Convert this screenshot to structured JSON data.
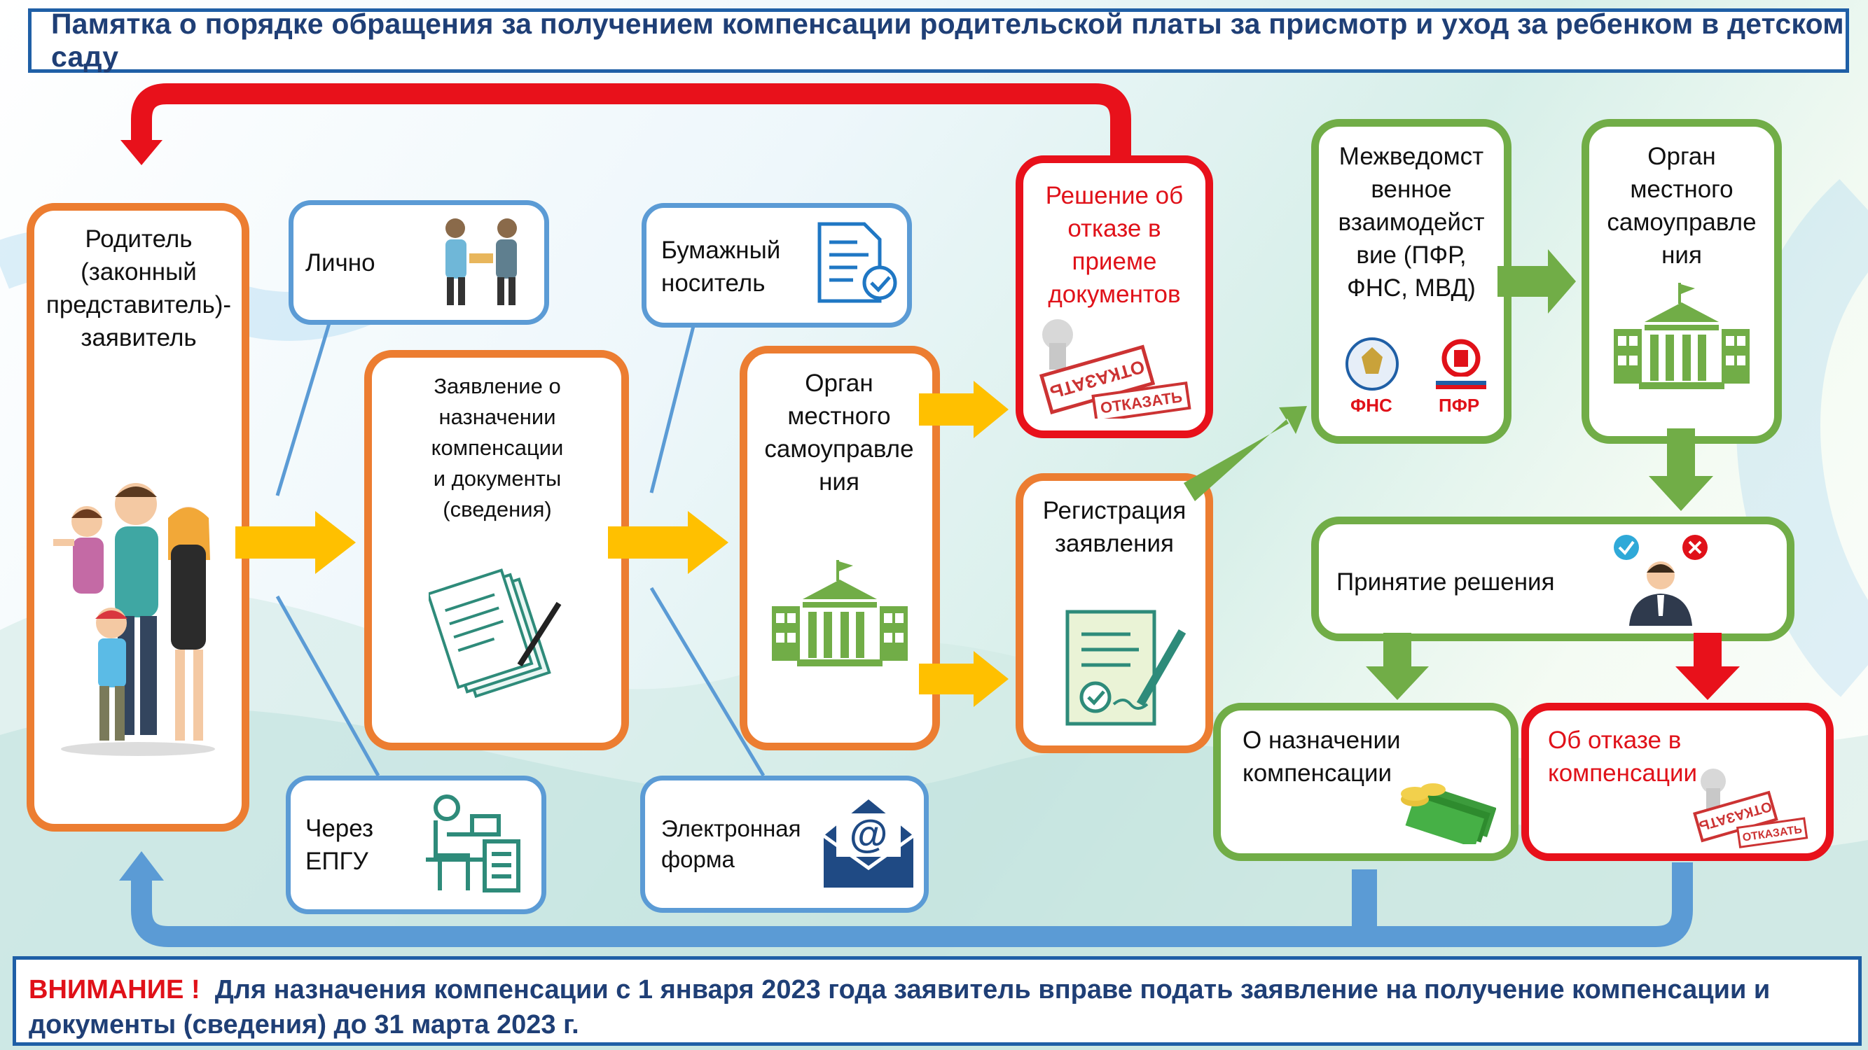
{
  "title": "Памятка о порядке обращения за получением компенсации родительской платы за присмотр и уход за ребенком в детском саду",
  "parent": {
    "lines": [
      "Родитель",
      "(законный",
      "представитель)-",
      "заявитель"
    ]
  },
  "channels": {
    "in_person": "Лично",
    "epgu": [
      "Через",
      "ЕПГУ"
    ],
    "paper": [
      "Бумажный",
      "носитель"
    ],
    "electronic": [
      "Электронная",
      "форма"
    ]
  },
  "application": {
    "lines": [
      "Заявление о",
      "назначении",
      "компенсации",
      "и документы",
      "(сведения)"
    ]
  },
  "authority": {
    "lines": [
      "Орган",
      "местного",
      "самоуправле",
      "ния"
    ]
  },
  "refusal_docs": {
    "lines": [
      "Решение об",
      "отказе в",
      "приеме",
      "документов"
    ]
  },
  "stamp_text": "ОТКАЗАТЬ",
  "registration": {
    "lines": [
      "Регистрация",
      "заявления"
    ]
  },
  "interagency": {
    "lines": [
      "Межведомст",
      "венное",
      "взаимодейст",
      "вие (ПФР,",
      "ФНС, МВД)"
    ],
    "logo_fns": "ФНС",
    "logo_pfr": "ПФР"
  },
  "authority2": {
    "lines": [
      "Орган",
      "местного",
      "самоуправле",
      "ния"
    ]
  },
  "decision": "Принятие решения",
  "grant": {
    "lines": [
      "О назначении",
      "компенсации"
    ]
  },
  "deny": {
    "lines": [
      "Об отказе в",
      "компенсации"
    ]
  },
  "warning": {
    "attention": "ВНИМАНИЕ !",
    "text": "Для назначения компенсации с 1 января 2023 года заявитель вправе подать заявление на получение компенсации и документы (сведения) до 31 марта 2023 г."
  },
  "colors": {
    "orange": "#ec7d31",
    "red": "#e8111b",
    "green": "#71ad47",
    "blue": "#5b9bd5",
    "yellow": "#ffc000",
    "navy": "#1f3f76"
  }
}
